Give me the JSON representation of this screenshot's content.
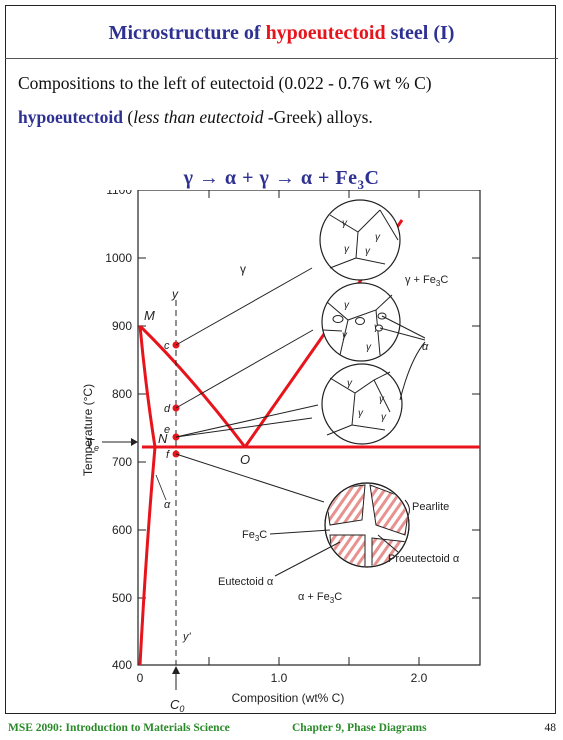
{
  "slide": {
    "title_pre": "Microstructure of ",
    "title_red": "hypoeutectoid",
    "title_post": " steel (I)",
    "line1": "Compositions to the left of eutectoid (0.022 - 0.76 wt % C)",
    "line2_bold": "hypoeutectoid",
    "line2_open": " (",
    "line2_italic": "less than eutectoid",
    "line2_rest": " -Greek) alloys.",
    "equation_part1": "γ → α + γ → α + Fe",
    "equation_sub": "3",
    "equation_part2": "C"
  },
  "diagram": {
    "y_axis_label": "Temperature (°C)",
    "x_axis_label": "Composition (wt% C)",
    "y_ticks": [
      "1100",
      "1000",
      "900",
      "800",
      "700",
      "600",
      "500",
      "400"
    ],
    "x_ticks": [
      "0",
      "1.0",
      "2.0"
    ],
    "labels": {
      "M": "M",
      "N": "N",
      "O": "O",
      "Te": "T",
      "Te_sub": "e",
      "c": "c",
      "d": "d",
      "e": "e",
      "f": "f",
      "y": "y",
      "y_prime": "y'",
      "C0": "C",
      "C0_sub": "0",
      "gamma": "γ",
      "alpha": "α",
      "gamma_fe3c": "γ + Fe",
      "fe3c_sub": "3",
      "fe3c_c": "C",
      "alpha_fe3c": "α + Fe",
      "pearlite": "Pearlite",
      "fe3c_label": "Fe",
      "proeutectoid": "Proeutectoid α",
      "eutectoid": "Eutectoid α"
    },
    "colors": {
      "boundary": "#e8141c",
      "line": "#222222",
      "point": "#e8141c"
    }
  },
  "footer": {
    "course": "MSE 2090: Introduction to Materials Science",
    "chapter": "Chapter 9, Phase Diagrams",
    "page": "48"
  }
}
